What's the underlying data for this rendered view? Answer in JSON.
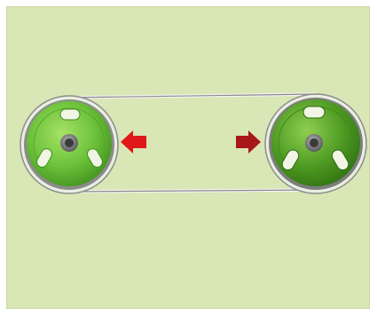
{
  "diagram": {
    "left_pulley": {
      "kind": "driver-pulley",
      "color": "#6cc23a"
    },
    "right_pulley": {
      "kind": "driven-pulley",
      "color": "#4e9a22"
    },
    "belt": {
      "color": "#8a8a8a"
    },
    "left_arrow": {
      "direction": "left",
      "color": "#e01818"
    },
    "right_arrow": {
      "direction": "right",
      "color": "#a81818"
    },
    "background_color": "#d9e6b5"
  }
}
